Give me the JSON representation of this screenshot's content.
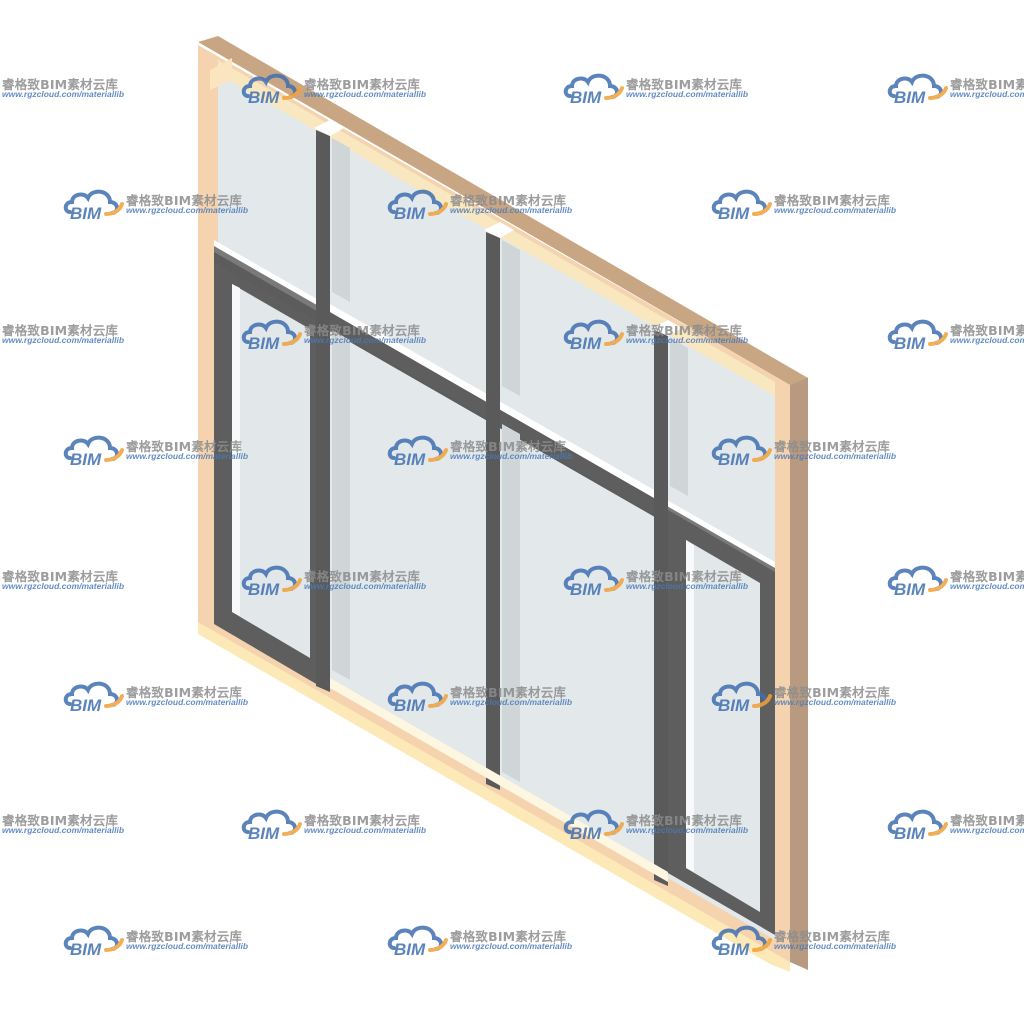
{
  "watermark": {
    "logo_text": "BIM",
    "brand": "睿格致BIM素材云库",
    "url": "www.rgzcloud.com/materiallib"
  },
  "colors": {
    "frame_front": "#f5d6b3",
    "frame_side": "#c9a98a",
    "frame_top": "#fbe8b8",
    "mullion": "#5e5e5e",
    "mullion_dark": "#4a4a4a",
    "glass": "#e4eaec",
    "glass_edge": "#f7f9fa",
    "sill": "#ffffff",
    "logo_blue": "#3f6fb0",
    "logo_orange": "#f0a23a"
  }
}
